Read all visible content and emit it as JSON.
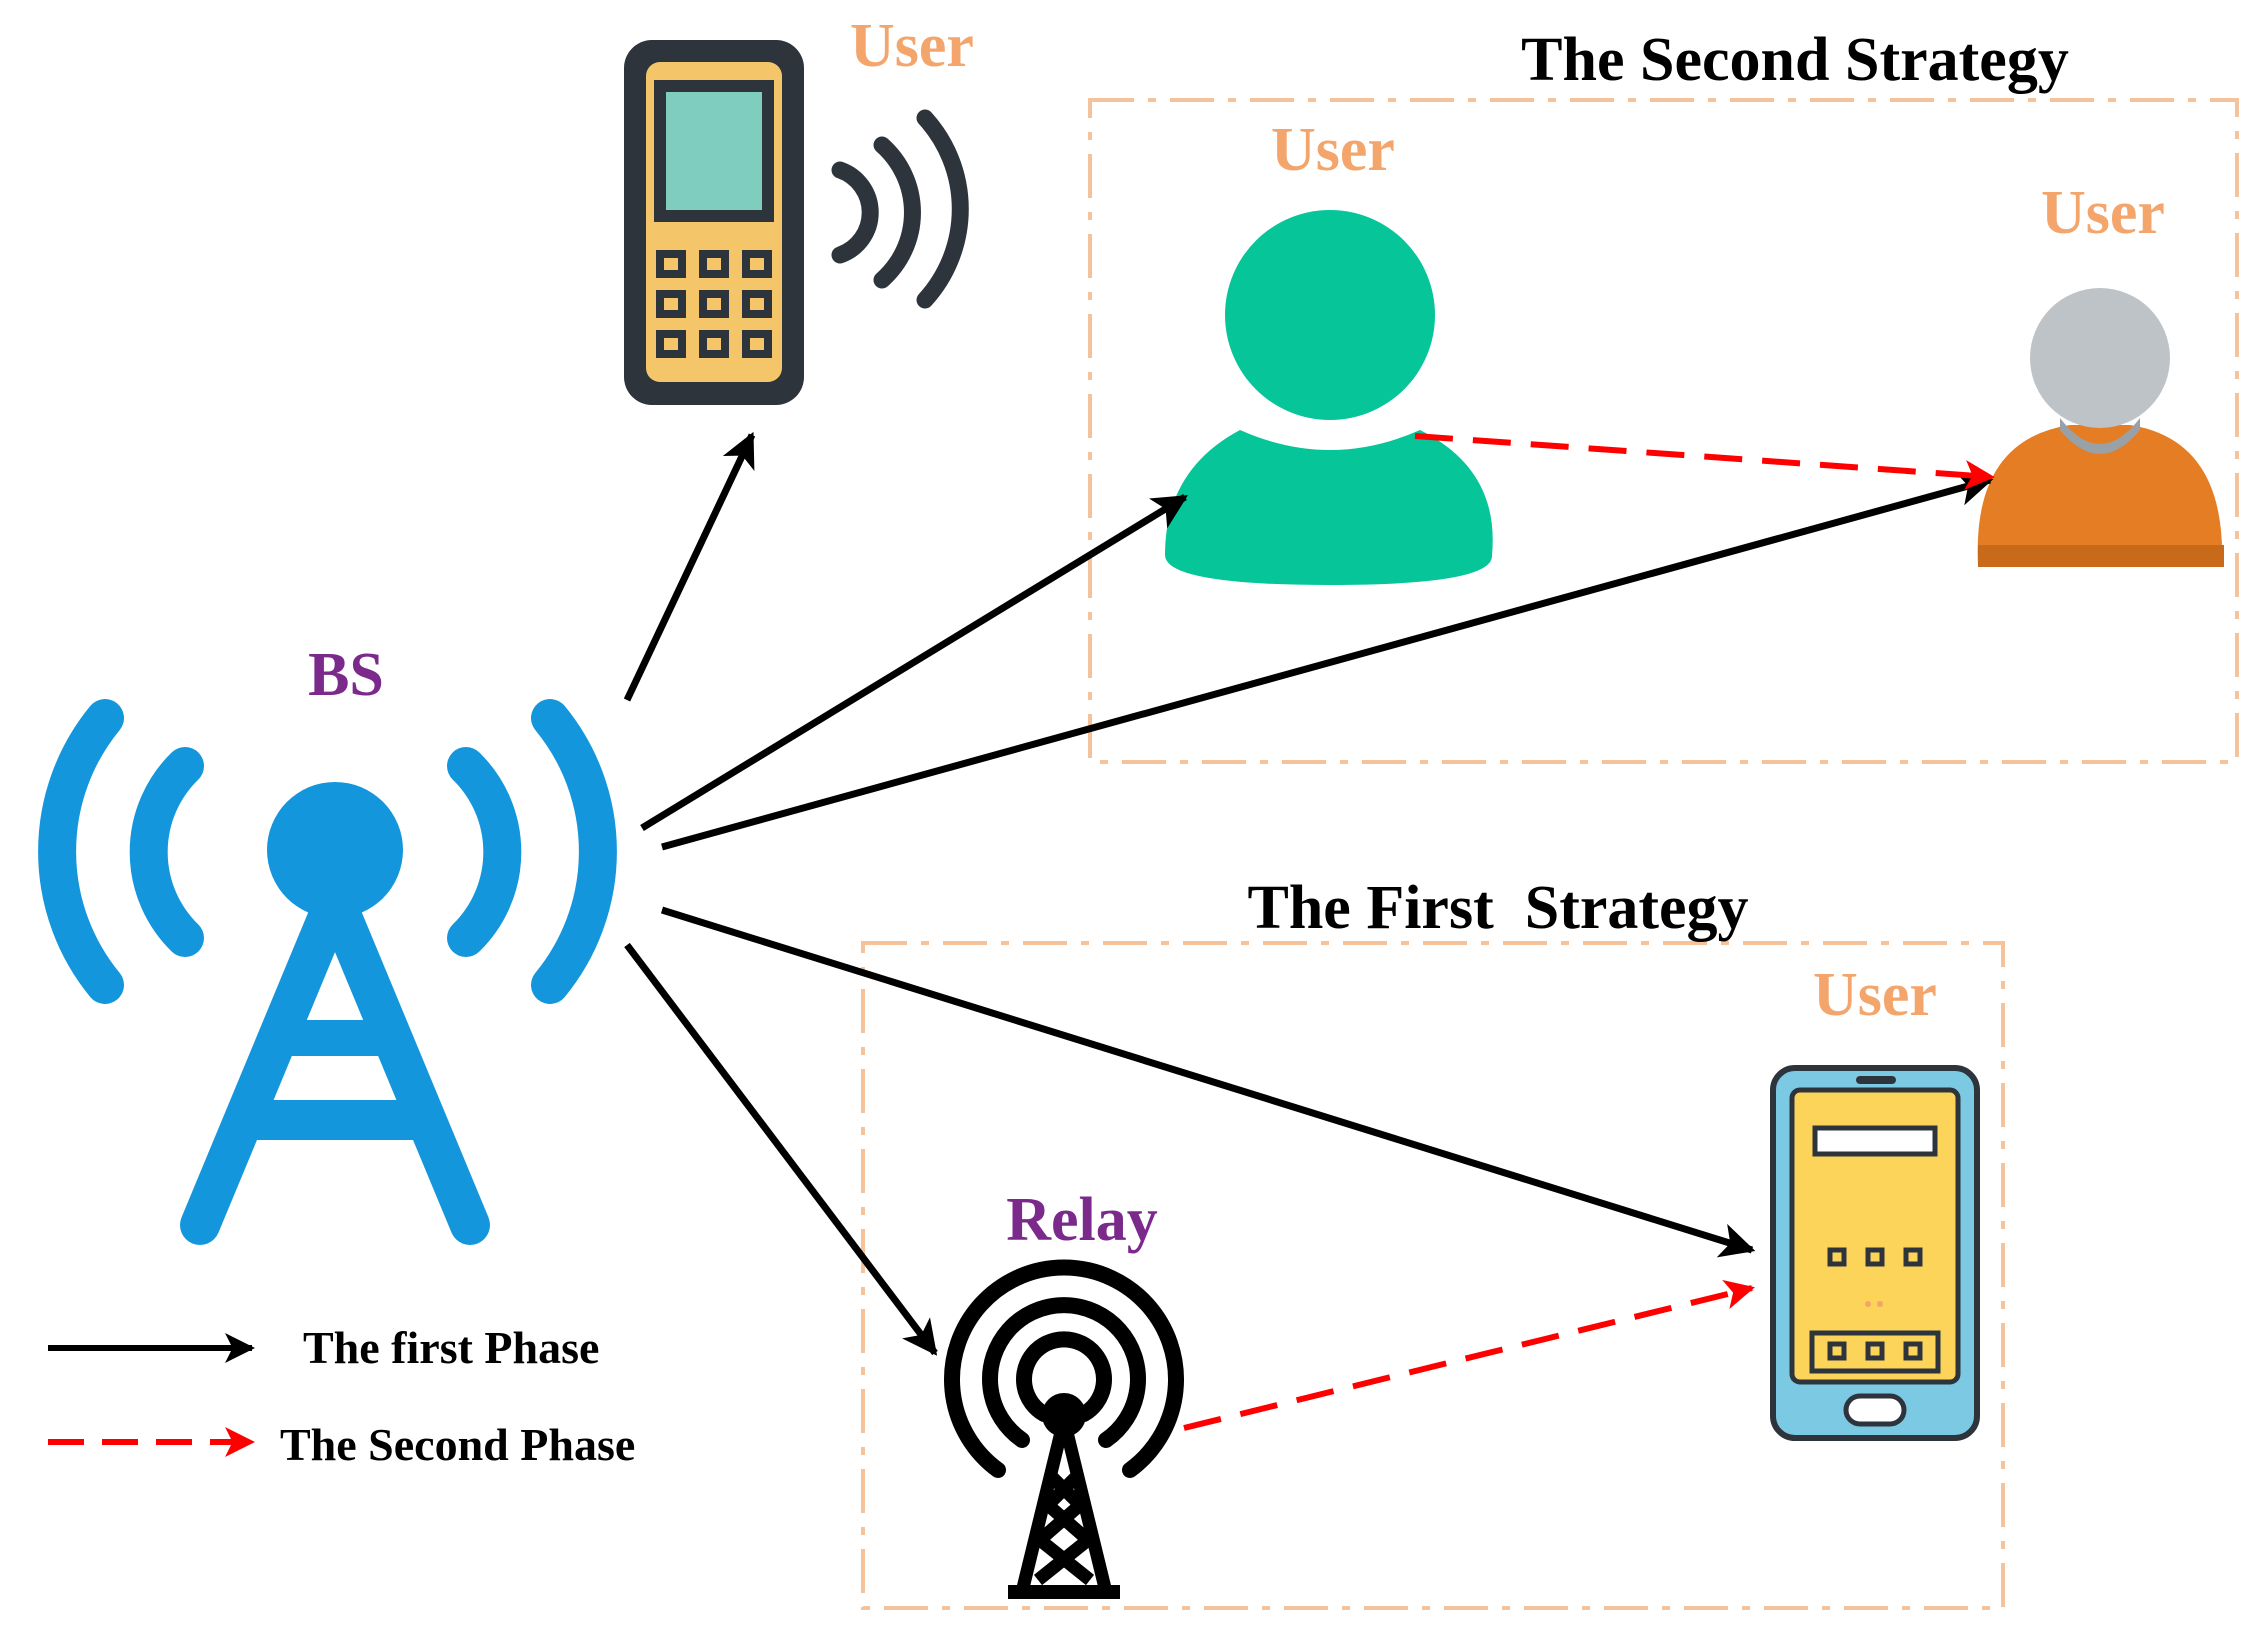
{
  "labels": {
    "bs": "BS",
    "relay": "Relay",
    "user_top": "User",
    "user_second_left": "User",
    "user_second_right": "User",
    "user_first": "User"
  },
  "strategies": {
    "second": "The Second Strategy",
    "first": "The First  Strategy"
  },
  "legend": {
    "first_phase": "The first Phase",
    "second_phase": "The Second Phase"
  },
  "colors": {
    "user_label": "#F3A56B",
    "bs_relay_label": "#7B2A8C",
    "tower_blue": "#1496DC",
    "box_border": "#F5C39B",
    "phase1_arrow": "#000000",
    "phase2_arrow": "#FF0000",
    "user_green": "#06C598",
    "user_orange": "#E47D24",
    "user_gray": "#BEC3C7"
  }
}
